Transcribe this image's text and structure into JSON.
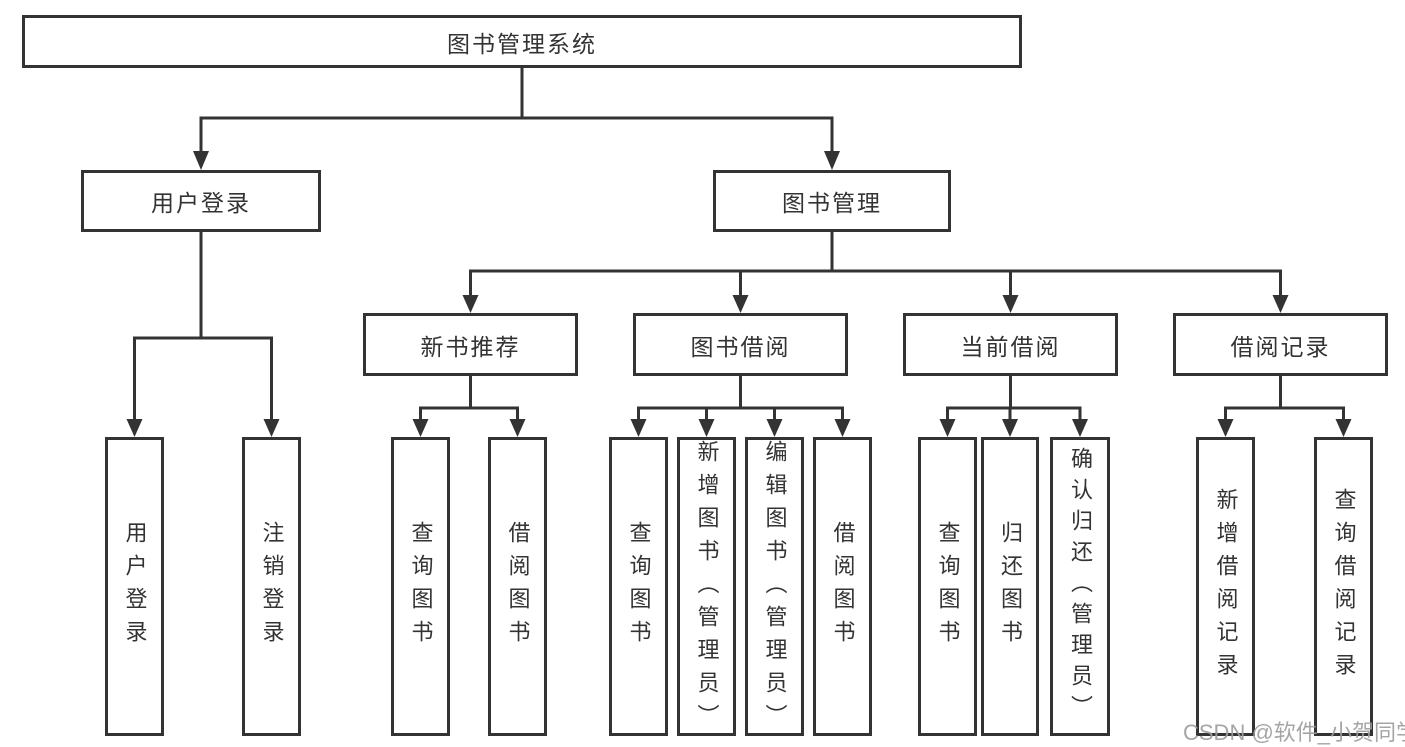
{
  "tree": {
    "root": {
      "label": "图书管理系统",
      "children": [
        {
          "label": "用户登录",
          "children": [
            {
              "label": "用户登录"
            },
            {
              "label": "注销登录"
            }
          ]
        },
        {
          "label": "图书管理",
          "children": [
            {
              "label": "新书推荐",
              "children": [
                {
                  "label": "查询图书"
                },
                {
                  "label": "借阅图书"
                }
              ]
            },
            {
              "label": "图书借阅",
              "children": [
                {
                  "label": "查询图书"
                },
                {
                  "label": "新增图书（管理员）"
                },
                {
                  "label": "编辑图书（管理员）"
                },
                {
                  "label": "借阅图书"
                }
              ]
            },
            {
              "label": "当前借阅",
              "children": [
                {
                  "label": "查询图书"
                },
                {
                  "label": "归还图书"
                },
                {
                  "label": "确认归还（管理员）"
                }
              ]
            },
            {
              "label": "借阅记录",
              "children": [
                {
                  "label": "新增借阅记录"
                },
                {
                  "label": "查询借阅记录"
                }
              ]
            }
          ]
        }
      ]
    }
  },
  "watermark": {
    "text": "CSDN @软件_小贺同学"
  },
  "colors": {
    "line": "#333333",
    "box_border": "#333333",
    "text": "#333333",
    "background": "#ffffff",
    "watermark": "#9e9e9e"
  }
}
